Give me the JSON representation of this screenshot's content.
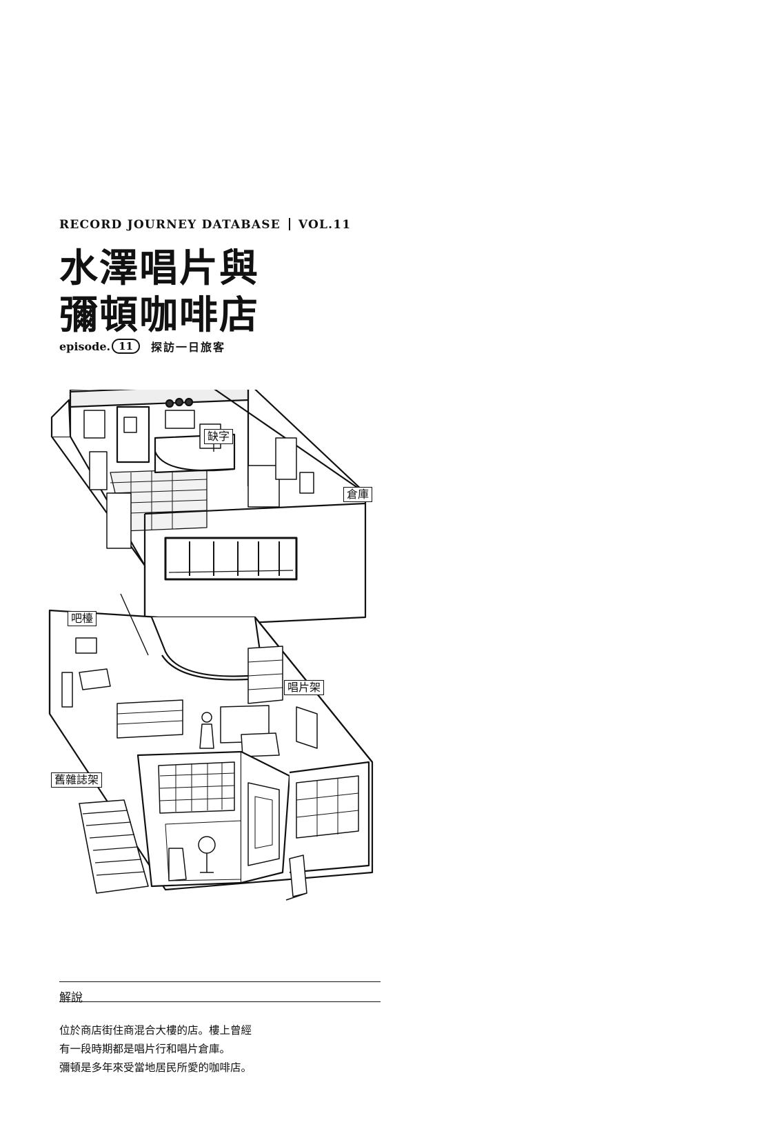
{
  "header": {
    "series": "RECORD JOURNEY DATABASE",
    "volume": "VOL.11"
  },
  "title": {
    "line1": "水澤唱片與",
    "line2": "彌頓咖啡店"
  },
  "episode": {
    "prefix": "episode.",
    "number": "11",
    "subtitle": "探訪一日旅客"
  },
  "illustration": {
    "labels": {
      "missing": "缺字",
      "storage": "倉庫",
      "bar_counter": "吧檯",
      "record_rack": "唱片架",
      "magazine_rack": "舊雜誌架"
    }
  },
  "explanation": {
    "heading": "解說",
    "lines": [
      "位於商店街住商混合大樓的店。樓上曾經",
      "有一段時期都是唱片行和唱片倉庫。",
      "彌頓是多年來受當地居民所愛的咖啡店。"
    ]
  }
}
